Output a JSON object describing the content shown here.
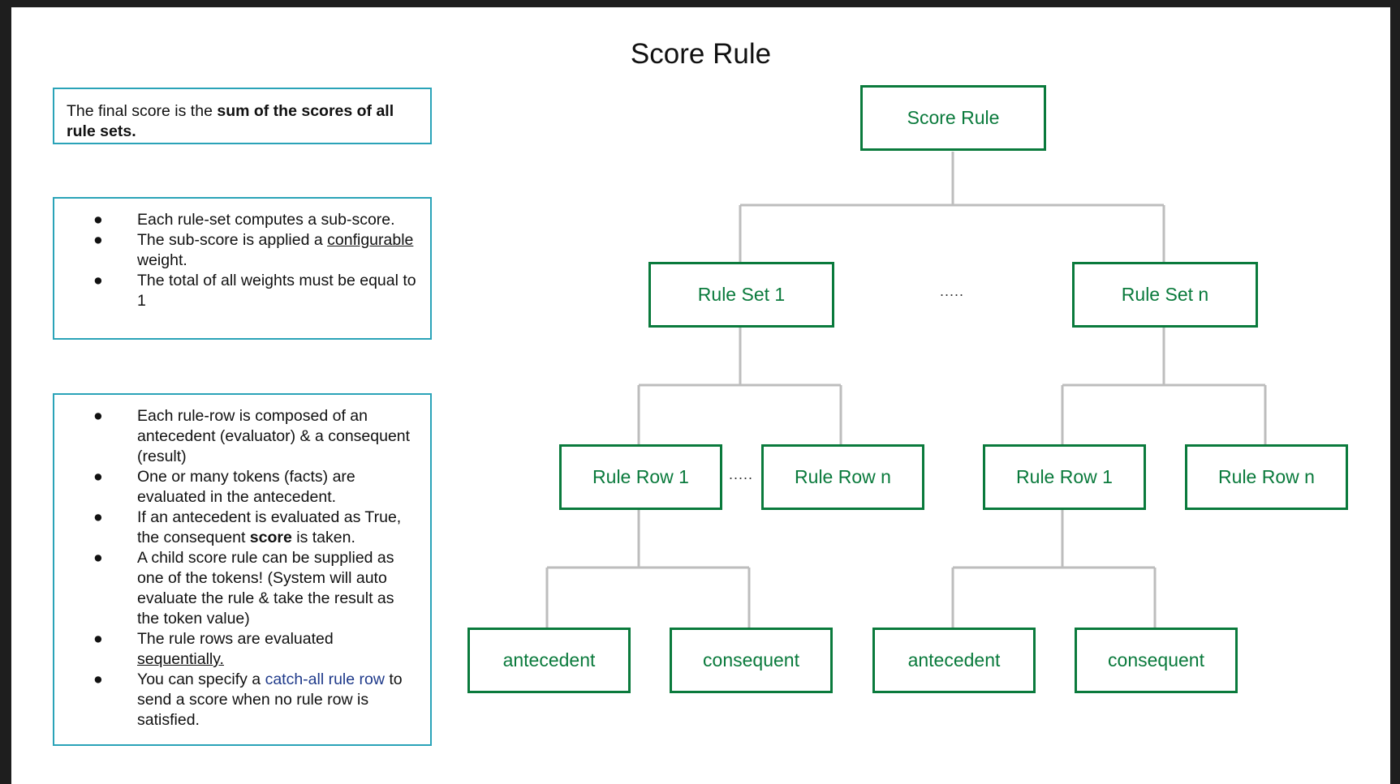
{
  "title": "Score Rule",
  "notes": {
    "box1": {
      "text_before": "The final score is the ",
      "text_bold": "sum of the scores of all rule sets."
    },
    "box2": {
      "items": [
        {
          "parts": [
            {
              "text": "Each rule-set computes a sub-score."
            }
          ]
        },
        {
          "parts": [
            {
              "text": "The sub-score is applied a "
            },
            {
              "text": "configurable",
              "style": "u"
            },
            {
              "text": " weight."
            }
          ]
        },
        {
          "parts": [
            {
              "text": "The total of all weights must be equal to 1"
            }
          ]
        }
      ]
    },
    "box3": {
      "items": [
        {
          "parts": [
            {
              "text": "Each rule-row is composed of an antecedent (evaluator) & a consequent (result)"
            }
          ]
        },
        {
          "parts": [
            {
              "text": "One or many tokens (facts) are evaluated in the antecedent."
            }
          ]
        },
        {
          "parts": [
            {
              "text": "If an antecedent is evaluated as True, the consequent "
            },
            {
              "text": "score",
              "style": "b"
            },
            {
              "text": " is taken."
            }
          ]
        },
        {
          "parts": [
            {
              "text": "A child score rule can be supplied as one of the tokens! (System will auto evaluate the rule & take the result as the token value)"
            }
          ]
        },
        {
          "parts": [
            {
              "text": "The rule rows are evaluated "
            },
            {
              "text": "sequentially.",
              "style": "u"
            }
          ]
        },
        {
          "parts": [
            {
              "text": "You can specify a "
            },
            {
              "text": "catch-all rule row",
              "style": "link"
            },
            {
              "text": " to send a score when no rule row is satisfied."
            }
          ]
        }
      ]
    }
  },
  "bullet_symbol": "●",
  "tree": {
    "root": "Score Rule",
    "rule_set_1": "Rule Set 1",
    "rule_set_n": "Rule Set n",
    "left_rule_row_1": "Rule Row 1",
    "left_rule_row_n": "Rule Row n",
    "right_rule_row_1": "Rule Row 1",
    "right_rule_row_n": "Rule Row n",
    "left_antecedent": "antecedent",
    "left_consequent": "consequent",
    "right_antecedent": "antecedent",
    "right_consequent": "consequent",
    "ellipsis_sets": ".....",
    "ellipsis_rows": "....."
  },
  "colors": {
    "node_border": "#0a7a3c",
    "node_text": "#0a7a3c",
    "connector": "#bdbdbd",
    "note_border": "#2aa3b8",
    "link": "#1f3a8a"
  }
}
